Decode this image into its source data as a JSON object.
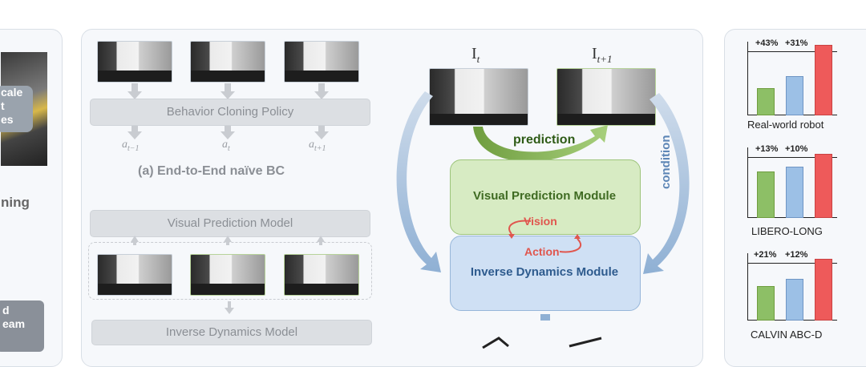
{
  "left_fragment": {
    "box_text": "cale\nt\nes",
    "label": "ning",
    "bottom_text": "d\neam"
  },
  "middle": {
    "bc_policy": "Behavior Cloning Policy",
    "actions": [
      "a_{t-1}",
      "a_t",
      "a_{t+1}"
    ],
    "actions_display": [
      "at−1",
      "at",
      "at+1"
    ],
    "caption_a": "(a) End-to-End naïve BC",
    "visual_prediction_model": "Visual Prediction Model",
    "inverse_dynamics_model": "Inverse Dynamics Model"
  },
  "main": {
    "img_label_left": "I",
    "img_label_left_sub": "t",
    "img_label_right": "I",
    "img_label_right_sub": "t+1",
    "prediction": "prediction",
    "condition": "condition",
    "vpm": "Visual Prediction Module",
    "vision": "Vision",
    "action": "Action",
    "idm": "Inverse Dynamics Module"
  },
  "colors": {
    "green": "#8dbf66",
    "blue": "#9cc0e6",
    "red": "#ee5a5a",
    "vpm_fill": "#d7ebc3",
    "idm_fill": "#cfe0f4"
  },
  "chart_data": [
    {
      "type": "bar",
      "title": "Real-world robot",
      "annotations": [
        "+43%",
        "+31%"
      ],
      "series": [
        {
          "values": [
            36,
            52,
            95
          ]
        }
      ],
      "ylim": [
        0,
        100
      ]
    },
    {
      "type": "bar",
      "title": "LIBERO-LONG",
      "annotations": [
        "+13%",
        "+10%"
      ],
      "series": [
        {
          "values": [
            72,
            79,
            100
          ]
        }
      ],
      "ylim": [
        0,
        110
      ]
    },
    {
      "type": "bar",
      "title": "CALVIN ABC-D",
      "annotations": [
        "+21%",
        "+12%"
      ],
      "series": [
        {
          "values": [
            55,
            67,
            100
          ]
        }
      ],
      "ylim": [
        0,
        110
      ]
    }
  ]
}
